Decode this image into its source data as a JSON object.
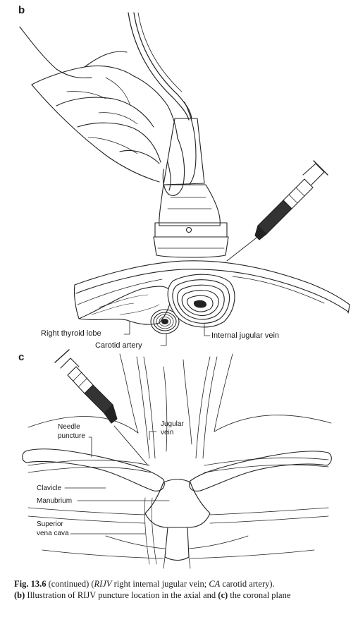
{
  "panel_b": {
    "letter": "b",
    "labels": {
      "thyroid": "Right thyroid lobe",
      "carotid": "Carotid artery",
      "ijv": "Internal jugular vein"
    }
  },
  "panel_c": {
    "letter": "c",
    "labels": {
      "needle_1": "Needle",
      "needle_2": "puncture",
      "jugular_1": "Jugular",
      "jugular_2": "vein",
      "clavicle": "Clavicle",
      "manubrium": "Manubrium",
      "svc_1": "Superior",
      "svc_2": "vena cava"
    }
  },
  "caption": {
    "fig_num": "Fig. 13.6",
    "text1": " (continued) (",
    "rijv": "RIJV",
    "text2": " right internal jugular vein; ",
    "ca": "CA",
    "text3": " carotid artery).",
    "b": "(b)",
    "text4": " Illustration of RIJV puncture location in the axial and ",
    "c": "(c)",
    "text5": " the coronal plane"
  }
}
